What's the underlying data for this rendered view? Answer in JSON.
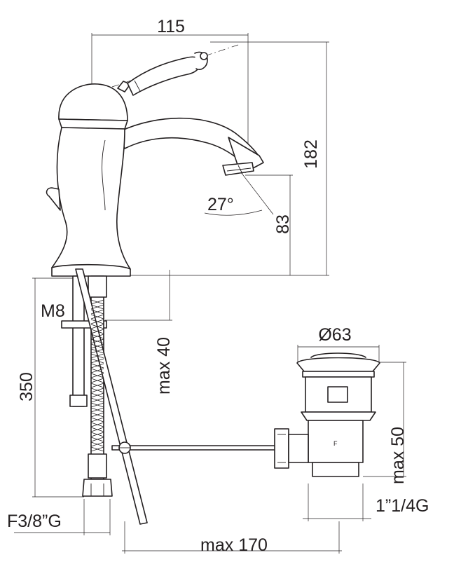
{
  "dimensions": {
    "width_115": "115",
    "height_182": "182",
    "angle_27": "27°",
    "spout_83": "83",
    "thread_m8": "M8",
    "max_40": "max 40",
    "hose_350": "350",
    "waste_diameter": "Ø63",
    "max_50": "max 50",
    "waste_thread": "1”1/4G",
    "hose_thread": "F3/8”G",
    "max_170": "max 170"
  },
  "colors": {
    "line": "#231f20",
    "background": "#ffffff"
  },
  "marks": {
    "letter_f": "F"
  }
}
